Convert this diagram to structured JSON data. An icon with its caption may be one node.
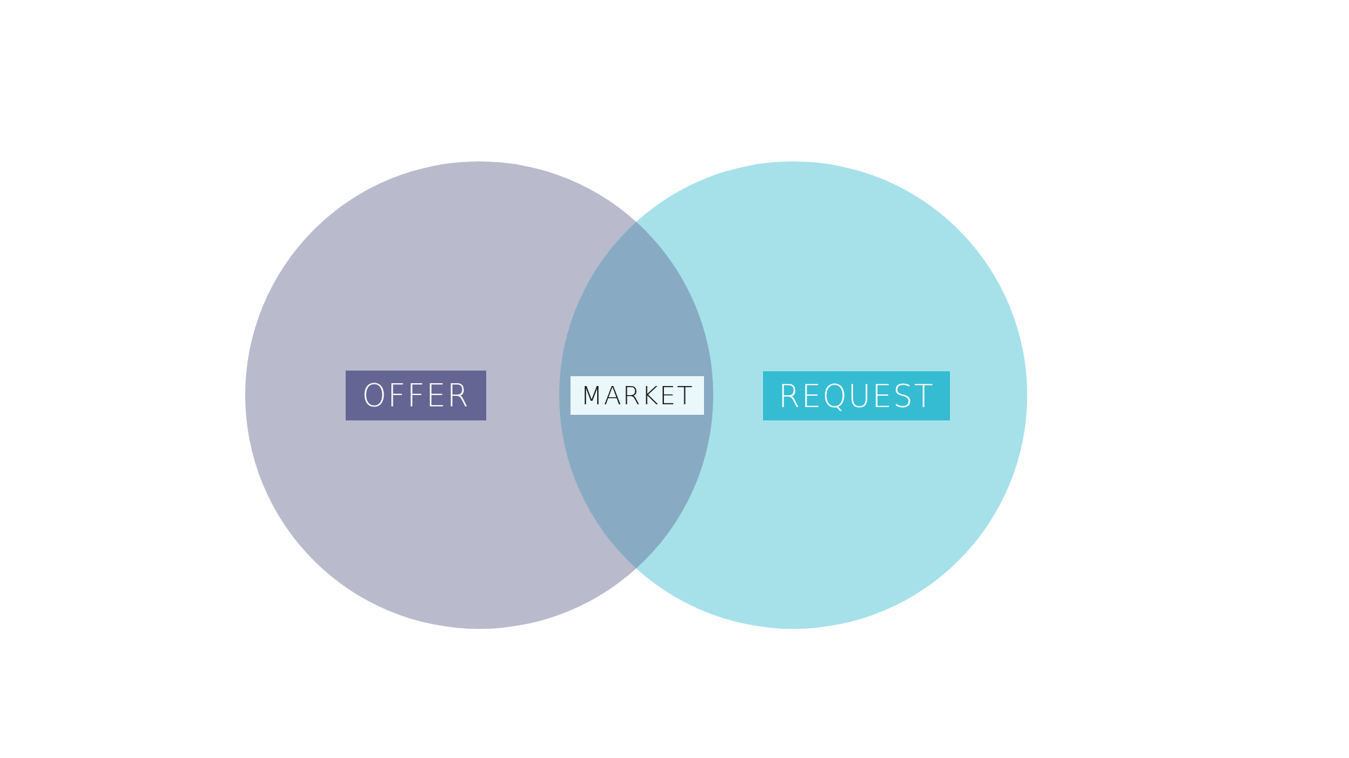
{
  "diagram": {
    "nodes": [
      {
        "text": [
          "OFFER"
        ]
      },
      {
        "text": [
          "MARKET"
        ]
      },
      {
        "text": [
          "REQUEST"
        ]
      }
    ]
  }
}
